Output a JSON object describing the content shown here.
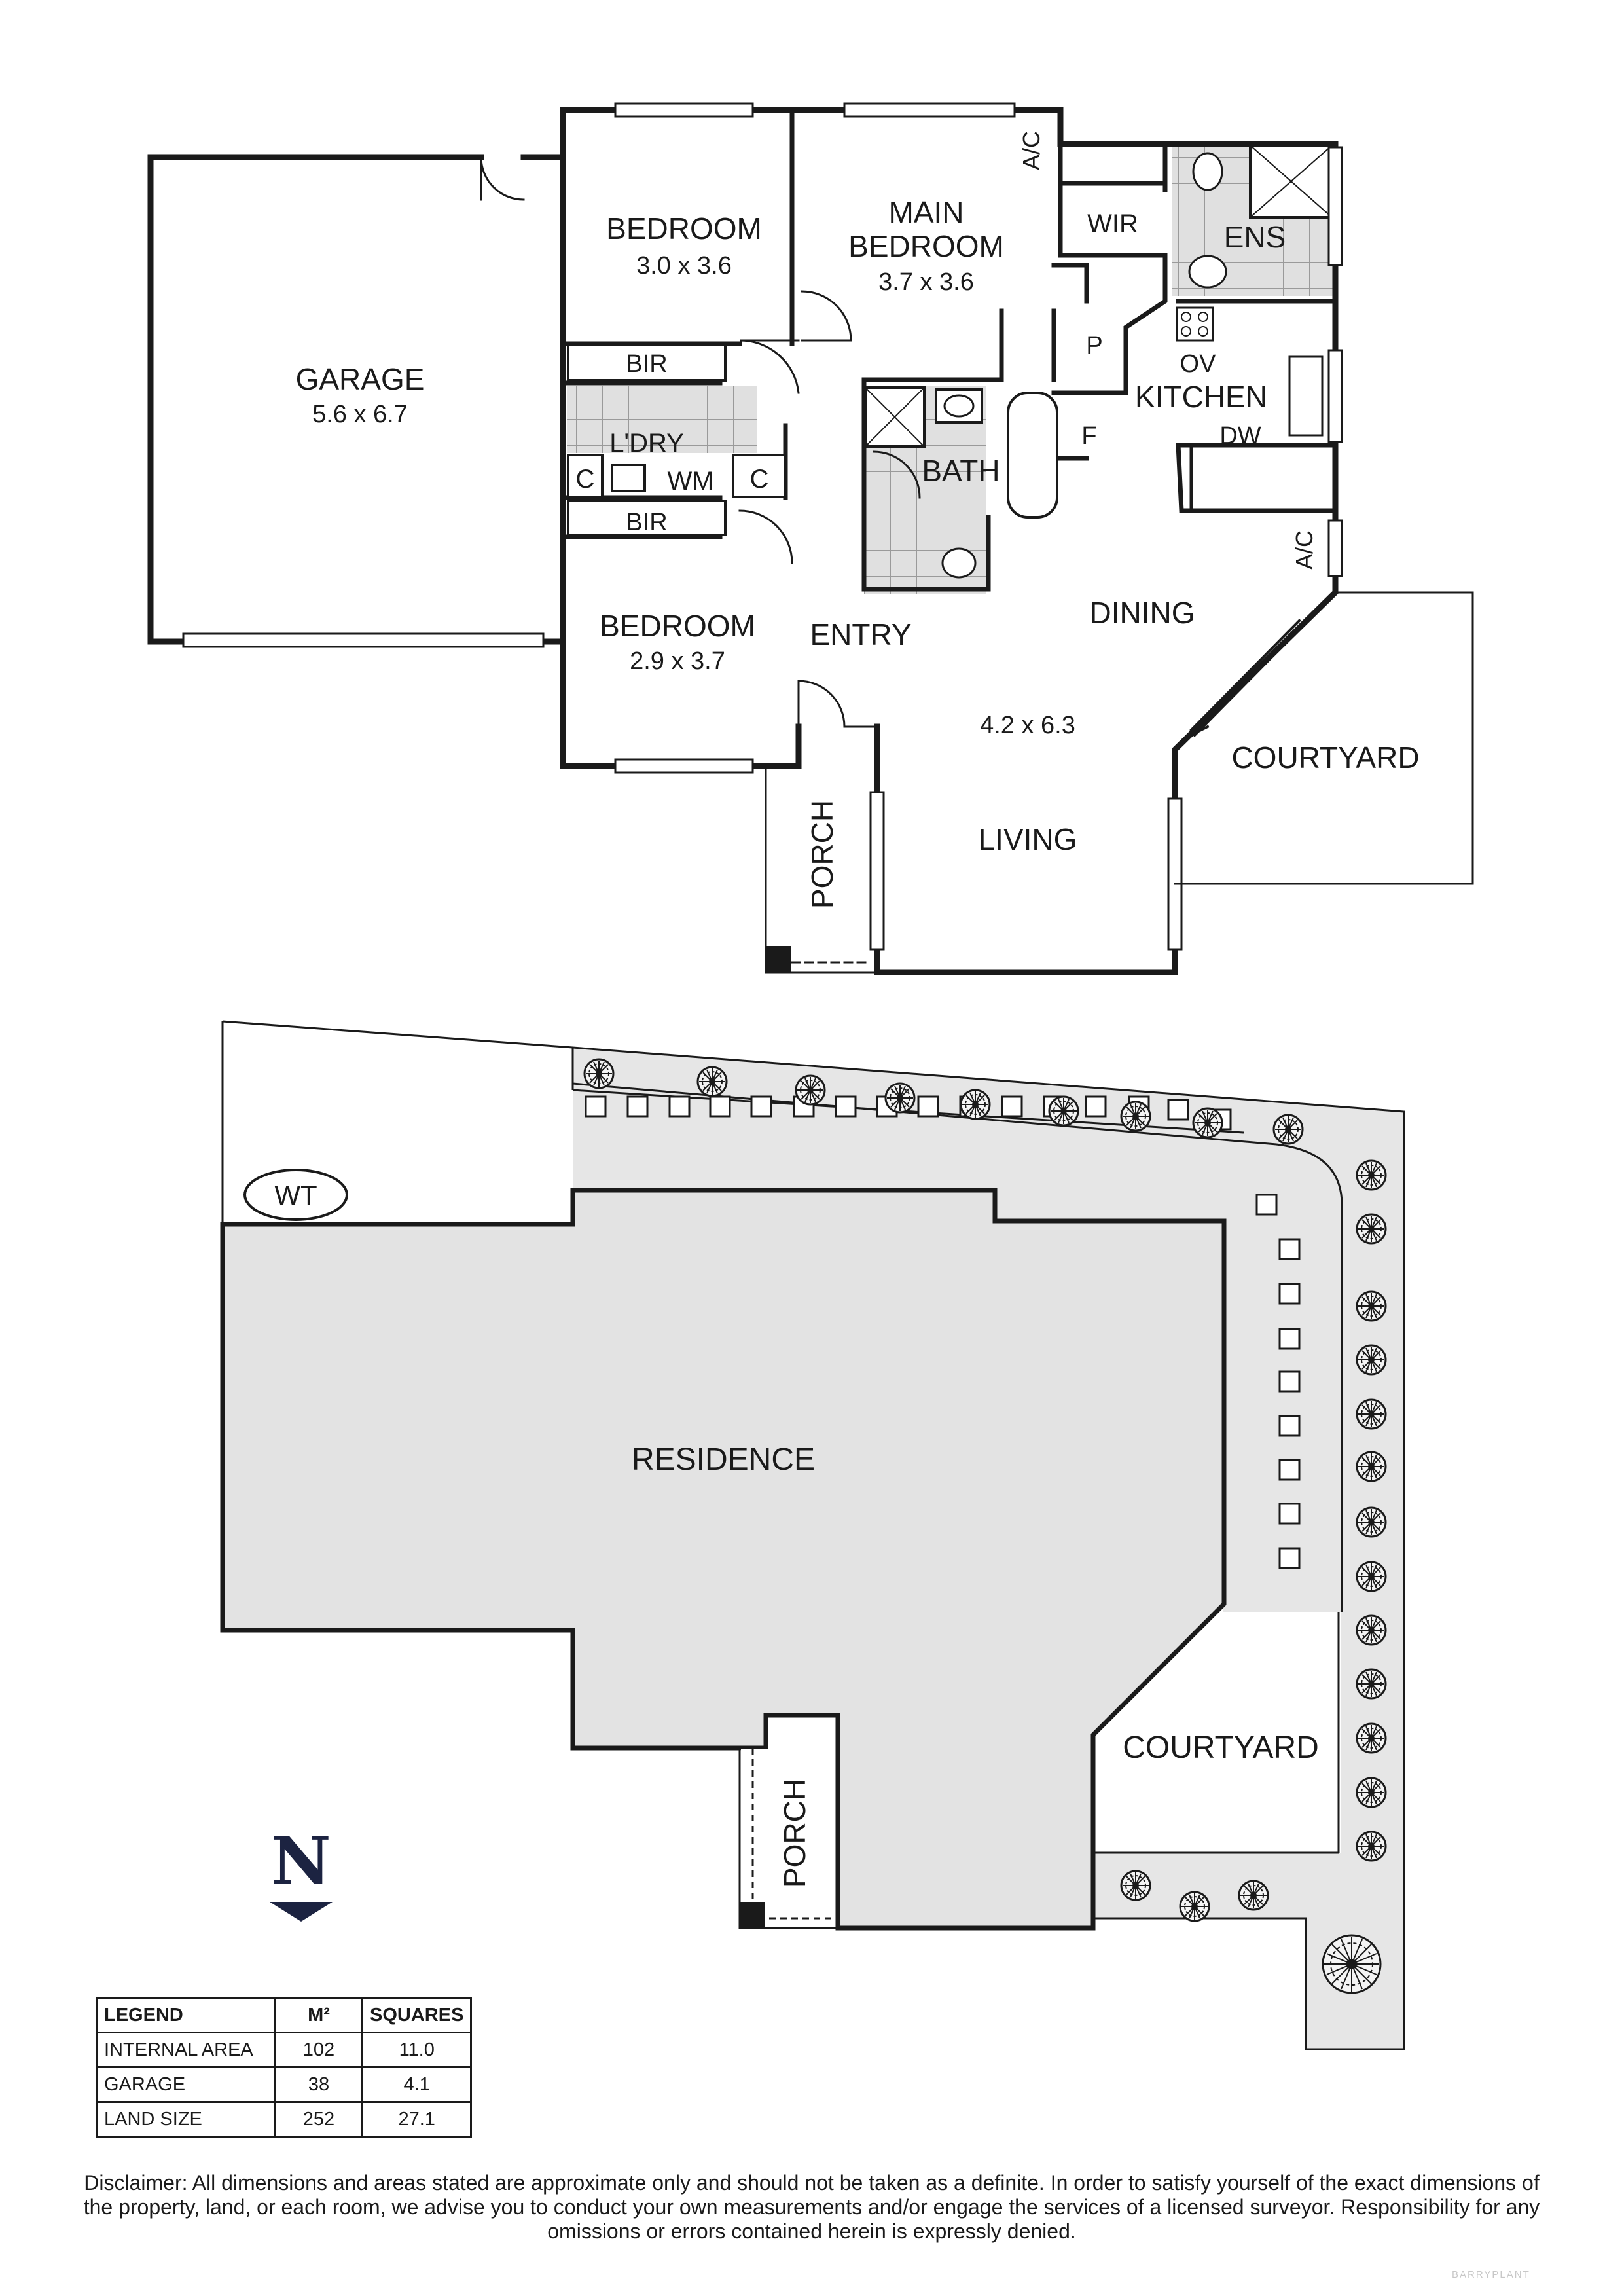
{
  "floor_plan": {
    "rooms": [
      {
        "name": "GARAGE",
        "size": "5.6 x 6.7"
      },
      {
        "name": "BEDROOM",
        "size": "3.0 x 3.6"
      },
      {
        "name": "MAIN",
        "name2": "BEDROOM",
        "size": "3.7 x 3.6"
      },
      {
        "name": "BEDROOM",
        "size": "2.9 x 3.7"
      },
      {
        "name": "DINING",
        "size": "4.2 x 6.3",
        "name2": "LIVING"
      }
    ],
    "labels": {
      "ac_top": "A/C",
      "wir": "WIR",
      "ens": "ENS",
      "bir_top": "BIR",
      "bir_bottom": "BIR",
      "ldry": "L'DRY",
      "c_left": "C",
      "wm": "WM",
      "c_right": "C",
      "bath": "BATH",
      "p": "P",
      "ov": "OV",
      "kitchen": "KITCHEN",
      "f": "F",
      "dw": "DW",
      "ac_right": "A/C",
      "entry": "ENTRY",
      "courtyard": "COURTYARD",
      "porch": "PORCH"
    }
  },
  "site_plan": {
    "wt": "WT",
    "residence": "RESIDENCE",
    "courtyard": "COURTYARD",
    "porch": "PORCH"
  },
  "north": "N",
  "legend": {
    "headers": [
      "LEGEND",
      "M²",
      "SQUARES"
    ],
    "rows": [
      {
        "label": "INTERNAL AREA",
        "m2": "102",
        "squares": "11.0"
      },
      {
        "label": "GARAGE",
        "m2": "38",
        "squares": "4.1"
      },
      {
        "label": "LAND SIZE",
        "m2": "252",
        "squares": "27.1"
      }
    ]
  },
  "disclaimer": "Disclaimer: All dimensions and areas stated are approximate only and should not be taken as a definite. In order to satisfy yourself of the exact dimensions of the property, land, or each room, we advise you to conduct your own measurements and/or engage the services of a licensed surveyor. Responsibility for any omissions or errors contained herein is expressly denied.",
  "brand": "BARRYPLANT",
  "colors": {
    "wall": "#1a1a1a",
    "paving": "#e6e6e6",
    "residence": "#e3e3e3",
    "tile": "#d9d9d9",
    "north": "#1c2341"
  }
}
